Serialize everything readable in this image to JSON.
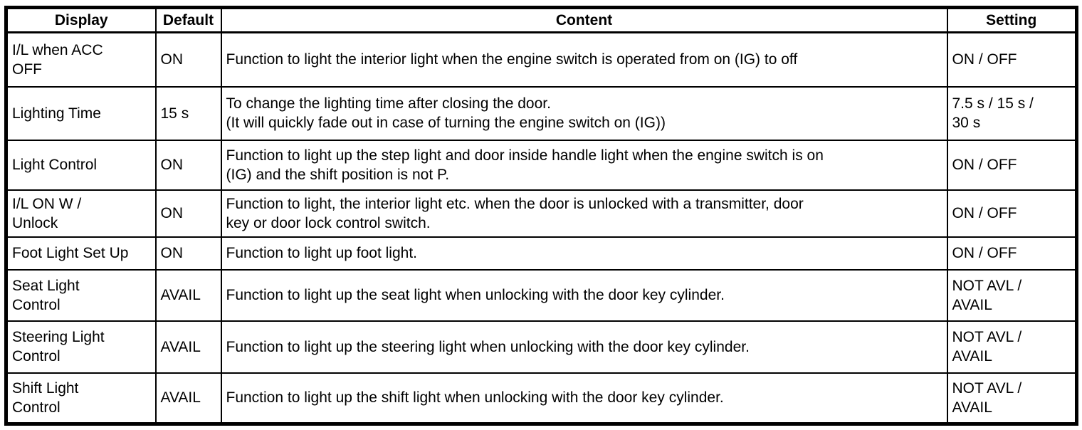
{
  "table": {
    "headers": {
      "display": "Display",
      "default": "Default",
      "content": "Content",
      "setting": "Setting"
    },
    "rows": [
      {
        "display": "I/L when ACC\nOFF",
        "default": "ON",
        "content": "Function to light the interior light when the engine switch is operated from on (IG) to off",
        "setting": "ON / OFF"
      },
      {
        "display": "Lighting Time",
        "default": "15 s",
        "content": "To change the lighting time after closing the door.\n(It will quickly fade out in case of turning the engine switch on (IG))",
        "setting": "7.5 s / 15 s /\n30 s"
      },
      {
        "display": "Light Control",
        "default": "ON",
        "content": "Function to light up the step light and door inside handle light when the engine switch is on\n(IG) and the shift position is not P.",
        "setting": "ON / OFF"
      },
      {
        "display": "I/L ON W /\nUnlock",
        "default": "ON",
        "content": "Function to light, the interior light etc. when the door is unlocked with a transmitter, door\nkey or door lock control switch.",
        "setting": "ON / OFF"
      },
      {
        "display": "Foot Light Set Up",
        "default": "ON",
        "content": "Function to light up foot light.",
        "setting": "ON / OFF"
      },
      {
        "display": "Seat Light\nControl",
        "default": "AVAIL",
        "content": "Function to light up the seat light when unlocking with the door key cylinder.",
        "setting": "NOT AVL /\nAVAIL"
      },
      {
        "display": "Steering Light\nControl",
        "default": "AVAIL",
        "content": "Function to light up the steering light when unlocking with the door key cylinder.",
        "setting": "NOT AVL /\nAVAIL"
      },
      {
        "display": "Shift Light\nControl",
        "default": "AVAIL",
        "content": "Function to light up the shift light when unlocking with the door key cylinder.",
        "setting": "NOT AVL /\nAVAIL"
      }
    ],
    "colors": {
      "border": "#000000",
      "text": "#000000",
      "background": "#ffffff"
    }
  }
}
